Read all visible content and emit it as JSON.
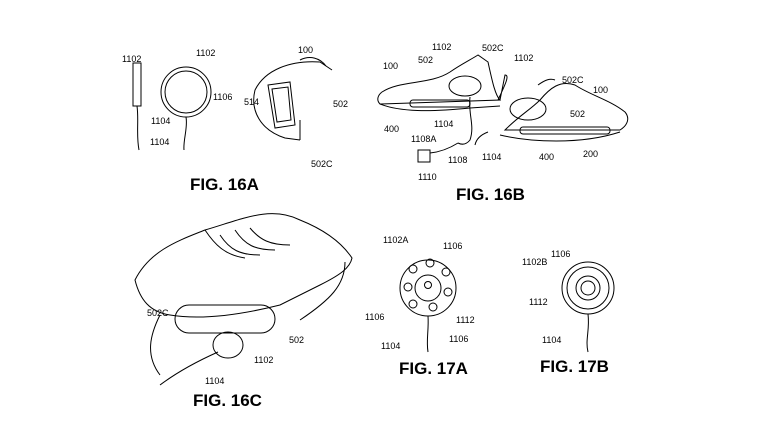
{
  "figures": {
    "fig16a": {
      "title": "FIG. 16A",
      "labels": [
        "1102",
        "1102",
        "1106",
        "1104",
        "1104",
        "100",
        "514",
        "502",
        "502C"
      ]
    },
    "fig16b": {
      "title": "FIG. 16B",
      "labels": [
        "100",
        "1102",
        "502C",
        "502",
        "1102",
        "502C",
        "100",
        "502",
        "400",
        "1104",
        "1108A",
        "1108",
        "1104",
        "400",
        "200",
        "1110"
      ]
    },
    "fig16c": {
      "title": "FIG. 16C",
      "labels": [
        "502C",
        "502",
        "1102",
        "1104"
      ]
    },
    "fig17a": {
      "title": "FIG. 17A",
      "labels": [
        "1102A",
        "1106",
        "1106",
        "1112",
        "1106",
        "1104"
      ]
    },
    "fig17b": {
      "title": "FIG. 17B",
      "labels": [
        "1106",
        "1102B",
        "1112",
        "1104"
      ]
    }
  }
}
